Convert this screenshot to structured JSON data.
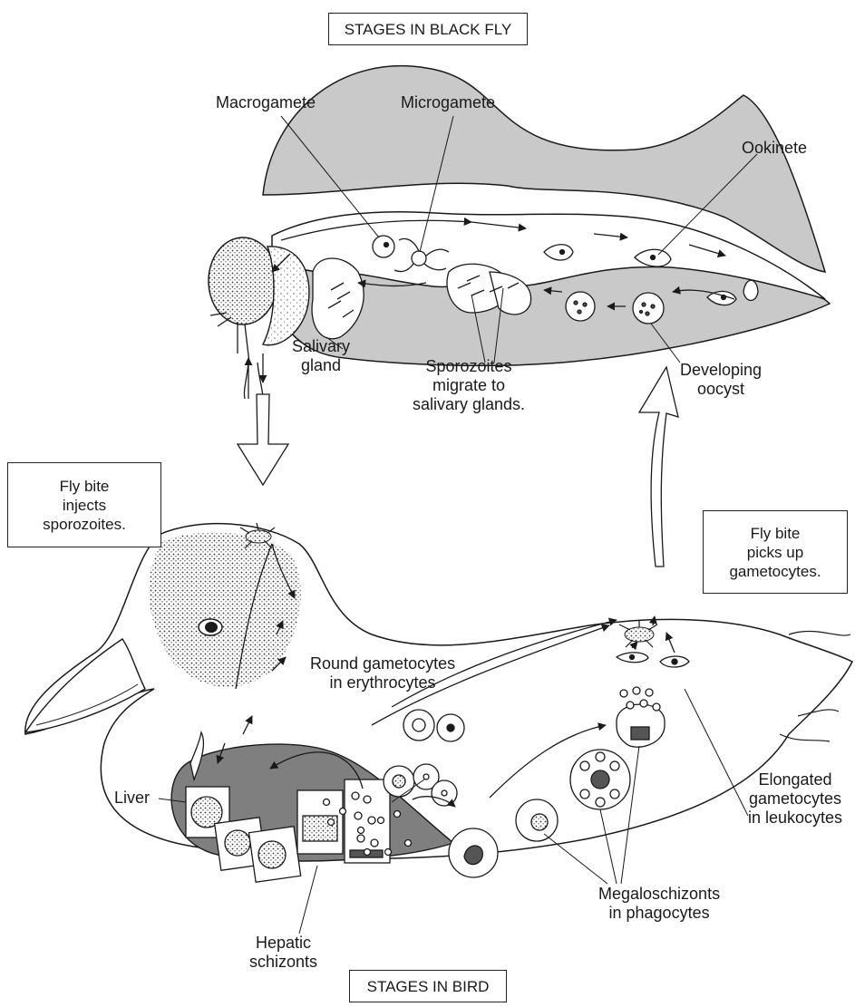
{
  "titles": {
    "fly": "STAGES IN BLACK FLY",
    "bird": "STAGES IN BIRD"
  },
  "boxes": {
    "fly_bite_injects": "Fly bite\ninjects\nsporozoites.",
    "fly_bite_picks": "Fly bite\npicks up\ngametocytes."
  },
  "labels": {
    "macrogamete": "Macrogamete",
    "microgamete": "Microgamete",
    "ookinete": "Ookinete",
    "salivary_gland": "Salivary\ngland",
    "sporozoites_migrate": "Sporozoites\nmigrate to\nsalivary glands.",
    "developing_oocyst": "Developing\noocyst",
    "round_gametocytes": "Round gametocytes\nin erythrocytes",
    "liver": "Liver",
    "elongated_gametocytes": "Elongated\ngametocytes\nin leukocytes",
    "megaloschizonts": "Megaloschizonts\nin phagocytes",
    "hepatic_schizonts": "Hepatic\nschizonts"
  },
  "colors": {
    "fly_gray": "#c9c9c9",
    "liver_gray": "#7f7f7f",
    "ink": "#1a1a1a"
  }
}
